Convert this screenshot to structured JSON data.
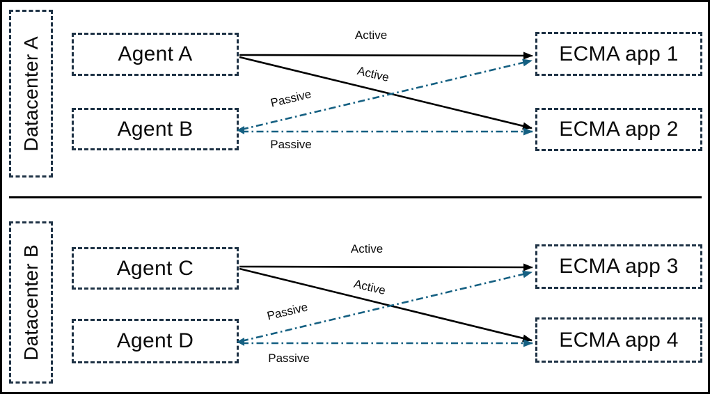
{
  "colors": {
    "active_link": "#000000",
    "passive_link": "#156082",
    "box_border": "#1e3245",
    "divider": "#000000"
  },
  "sections": [
    {
      "datacenter_label": "Datacenter A",
      "agents": [
        {
          "label": "Agent A"
        },
        {
          "label": "Agent B"
        }
      ],
      "apps": [
        {
          "label": "ECMA app 1"
        },
        {
          "label": "ECMA app 2"
        }
      ],
      "links": [
        {
          "from": "Agent A",
          "to": "ECMA app 1",
          "mode": "Active",
          "style": "solid"
        },
        {
          "from": "Agent A",
          "to": "ECMA app 2",
          "mode": "Active",
          "style": "solid"
        },
        {
          "from": "Agent B",
          "to": "ECMA app 1",
          "mode": "Passive",
          "style": "dash-dot"
        },
        {
          "from": "Agent B",
          "to": "ECMA app 2",
          "mode": "Passive",
          "style": "dash-dot"
        }
      ]
    },
    {
      "datacenter_label": "Datacenter B",
      "agents": [
        {
          "label": "Agent C"
        },
        {
          "label": "Agent D"
        }
      ],
      "apps": [
        {
          "label": "ECMA app 3"
        },
        {
          "label": "ECMA app 4"
        }
      ],
      "links": [
        {
          "from": "Agent C",
          "to": "ECMA app 3",
          "mode": "Active",
          "style": "solid"
        },
        {
          "from": "Agent C",
          "to": "ECMA app 4",
          "mode": "Active",
          "style": "solid"
        },
        {
          "from": "Agent D",
          "to": "ECMA app 3",
          "mode": "Passive",
          "style": "dash-dot"
        },
        {
          "from": "Agent D",
          "to": "ECMA app 4",
          "mode": "Passive",
          "style": "dash-dot"
        }
      ]
    }
  ]
}
